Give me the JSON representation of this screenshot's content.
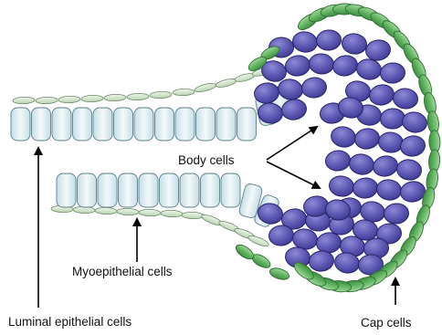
{
  "labels": {
    "body_cells": "Body cells",
    "myoepithelial_cells": "Myoepithelial cells",
    "luminal_epithelial_cells": "Luminal epithelial cells",
    "cap_cells": "Cap cells"
  },
  "colors": {
    "background": "#ffffff",
    "luminal_cell_fill": "#dcecf2",
    "luminal_cell_stroke": "#5d7f8a",
    "myoepithelial_fill": "#d6e8d0",
    "myoepithelial_stroke": "#6c8a66",
    "cap_cell_fill": "#6bbd6b",
    "cap_cell_stroke": "#2f6e33",
    "body_cell_fill": "#5a55b0",
    "body_cell_stroke": "#27246a",
    "arrow": "#000000",
    "text": "#111111"
  }
}
